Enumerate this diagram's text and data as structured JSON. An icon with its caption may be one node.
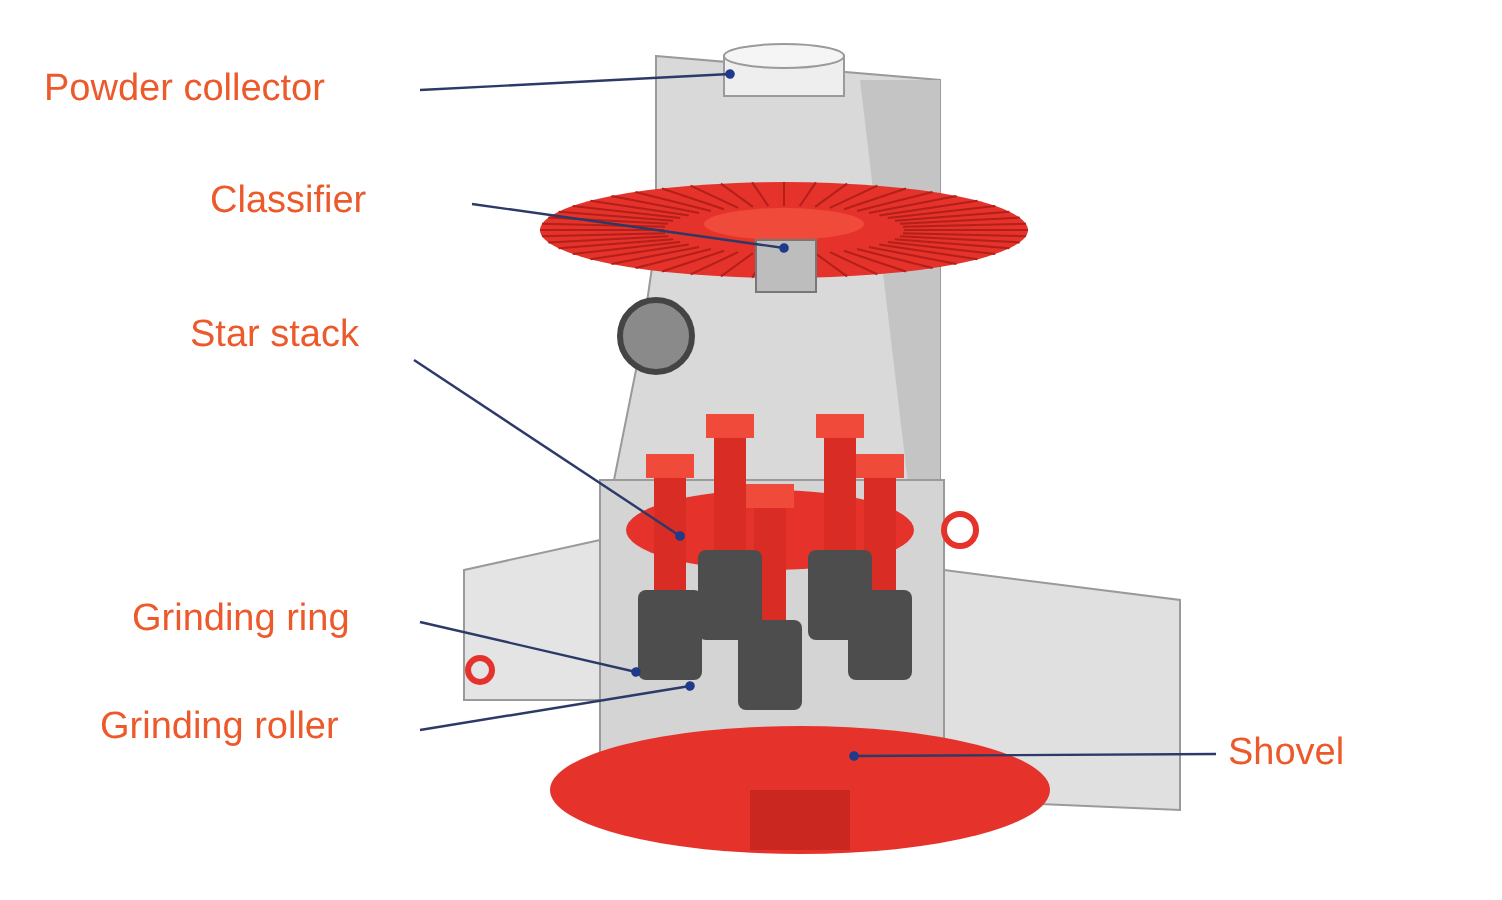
{
  "diagram": {
    "nodes": [
      {
        "text": [
          "Powder collector"
        ]
      },
      {
        "text": [
          "Classifier"
        ]
      },
      {
        "text": [
          "Star stack"
        ]
      },
      {
        "text": [
          "Grinding ring"
        ]
      },
      {
        "text": [
          "Grinding roller"
        ]
      },
      {
        "text": [
          "Shovel"
        ]
      }
    ],
    "edges": [
      {
        "from": 0,
        "to": null,
        "arrow": "other"
      },
      {
        "from": 1,
        "to": null,
        "arrow": "other"
      },
      {
        "from": 2,
        "to": null,
        "arrow": "other"
      },
      {
        "from": 3,
        "to": null,
        "arrow": "other"
      },
      {
        "from": 4,
        "to": null,
        "arrow": "other"
      },
      {
        "from": 5,
        "to": null,
        "arrow": "other"
      }
    ]
  }
}
